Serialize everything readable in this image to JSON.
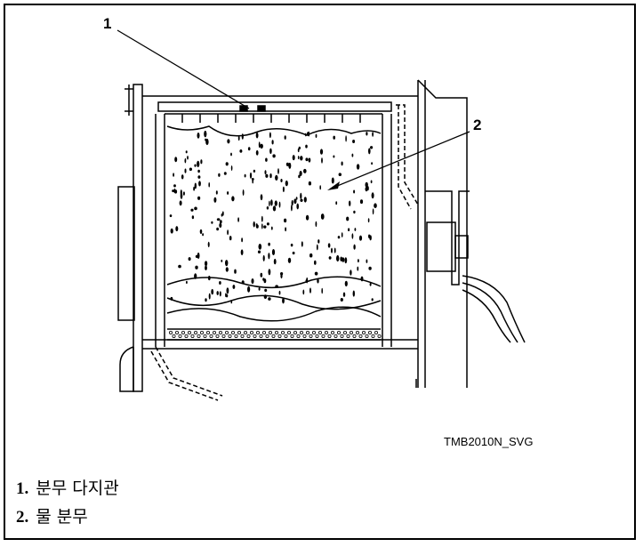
{
  "callouts": [
    {
      "number": "1"
    },
    {
      "number": "2"
    }
  ],
  "figure_id": "TMB2010N_SVG",
  "legend": [
    {
      "number": "1.",
      "label": "분무 다지관"
    },
    {
      "number": "2.",
      "label": "물 분무"
    }
  ]
}
